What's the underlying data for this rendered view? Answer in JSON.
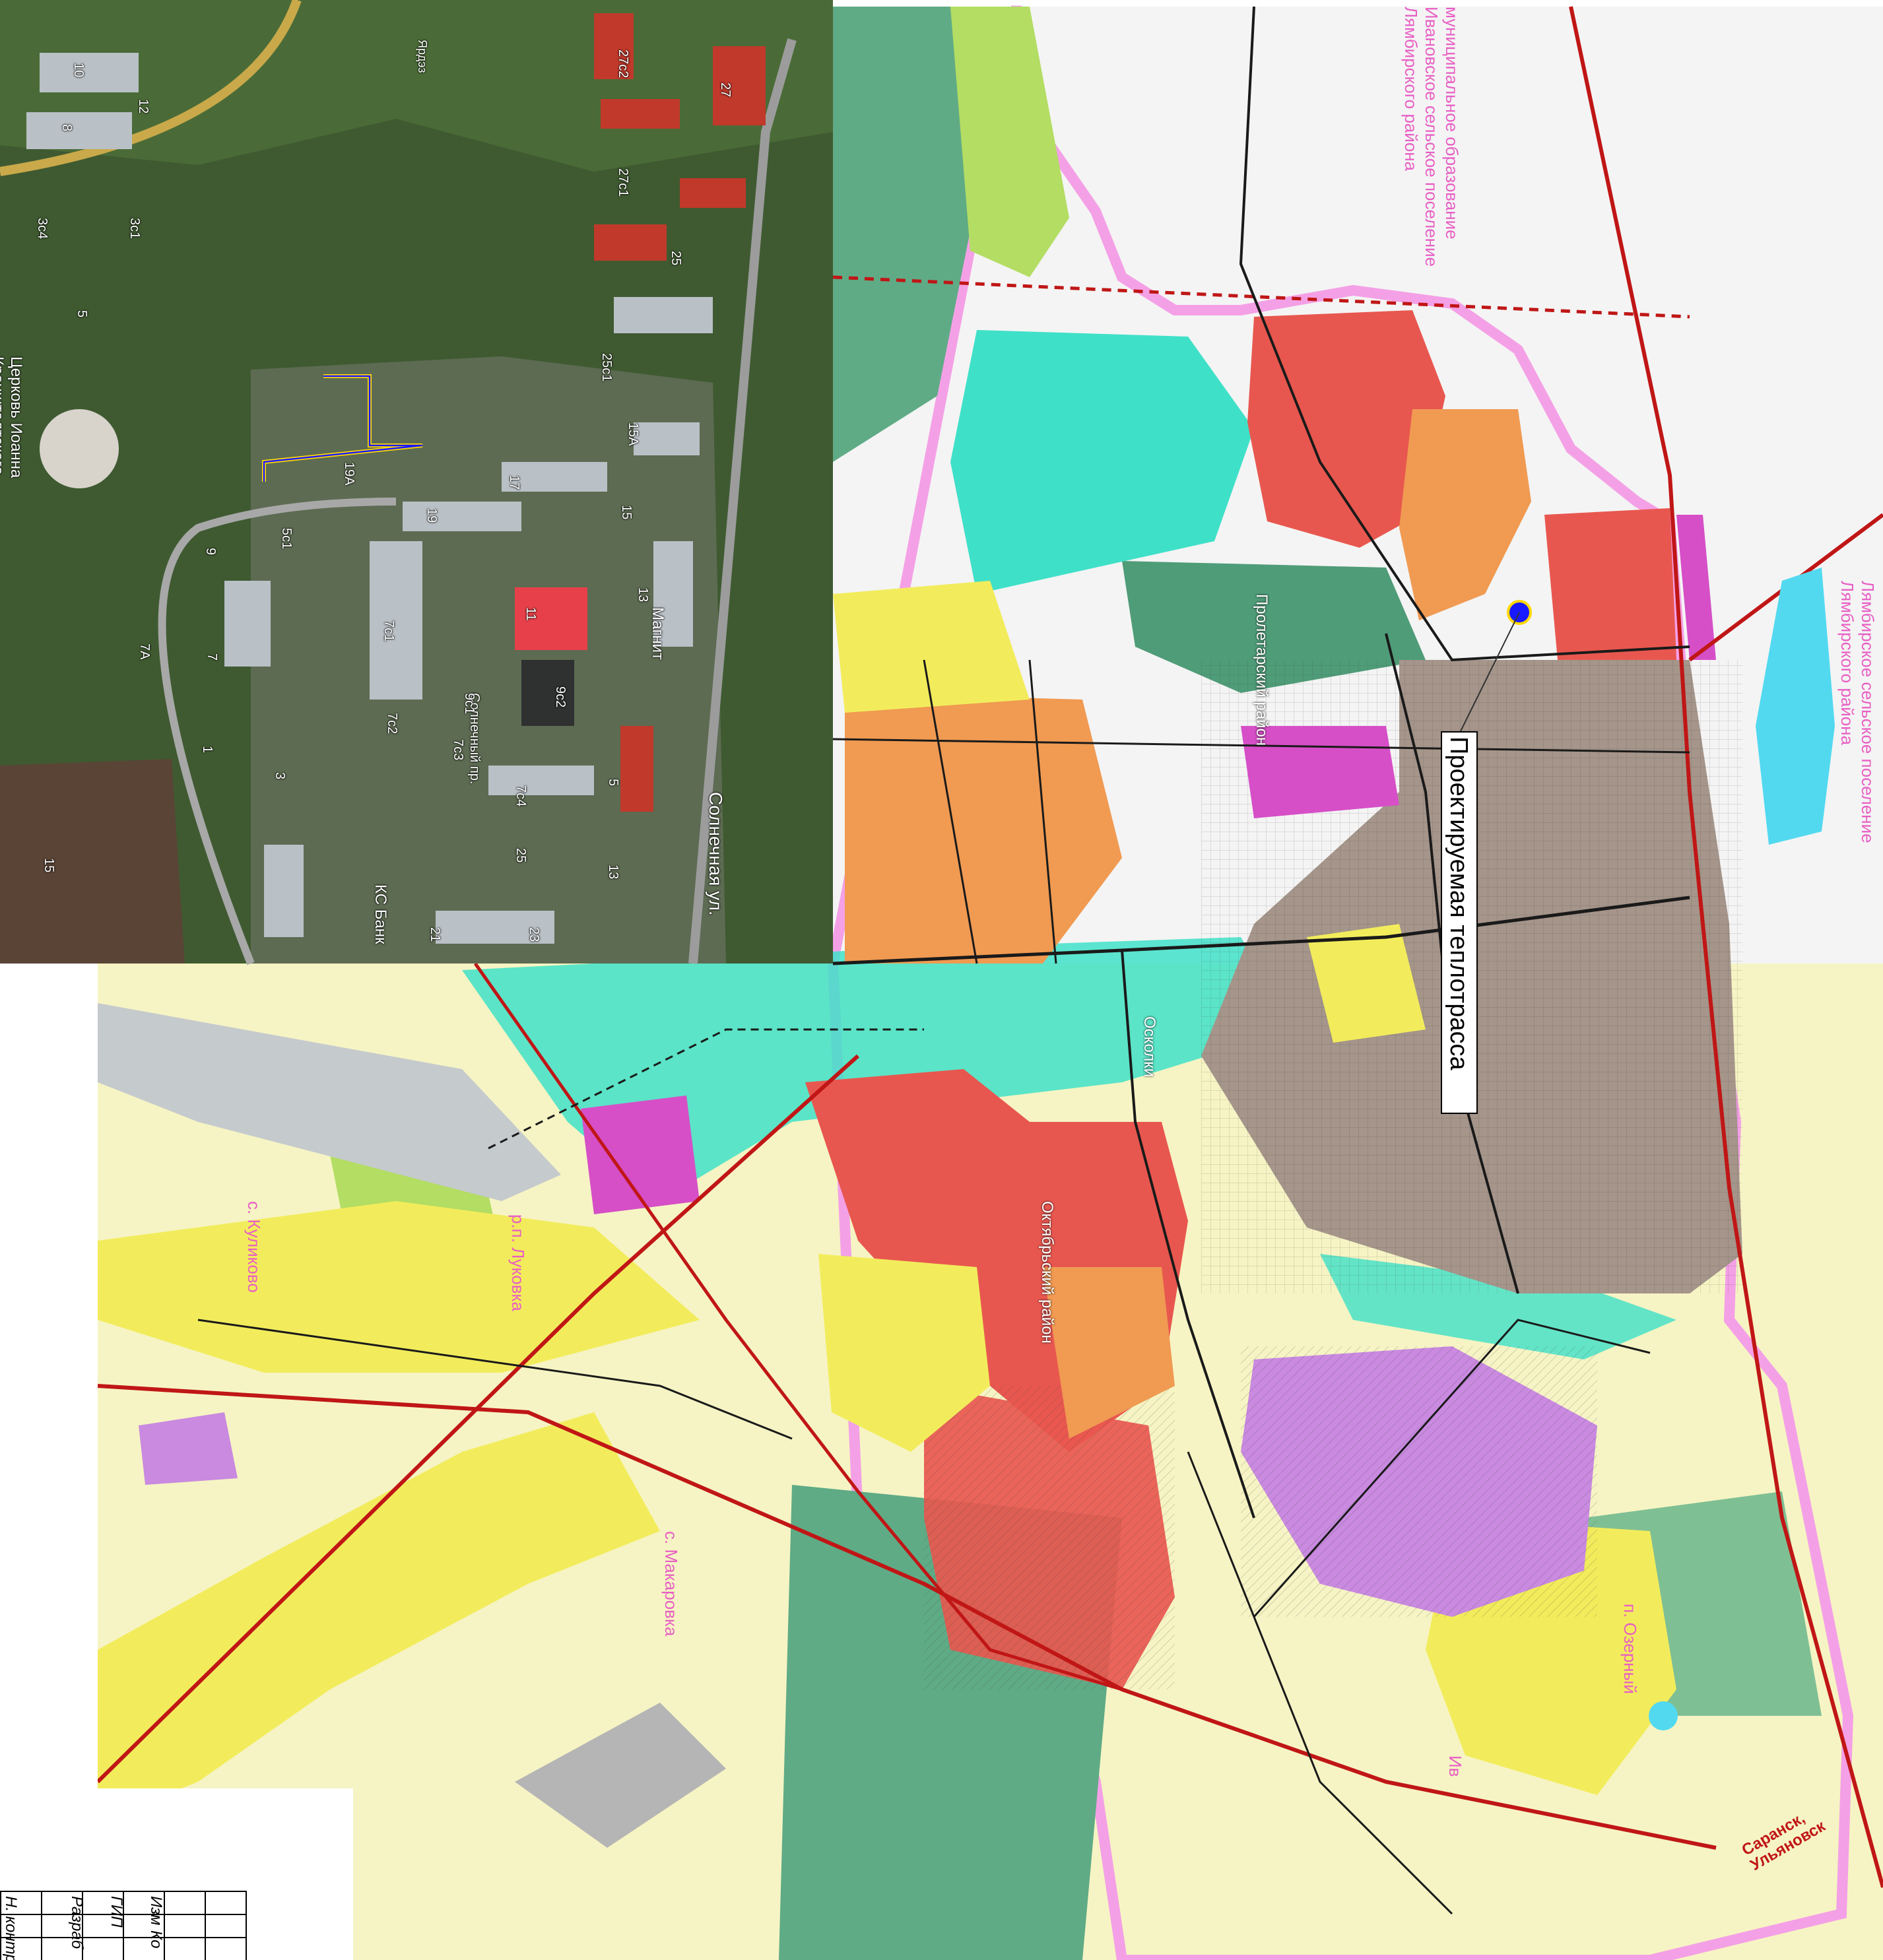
{
  "callout": {
    "label": "Проектируемая теплотрасса"
  },
  "district_labels": {
    "proletarsky": "Пролетарский район",
    "oktyabrsky": "Октябрьский район",
    "oskolki": "Осколки"
  },
  "settlement_labels": {
    "kulikovo": "с. Куликово",
    "lukovka": "р.п. Луковка",
    "makarovka": "с. Макаровка",
    "ozerny": "п. Озерный",
    "ivanovka": "Ив"
  },
  "boundary_labels": {
    "top_line1": "муниципальное образование",
    "top_line2": "Ивановское сельское поселение",
    "top_line3": "Лямбирского района",
    "right_line1": "Лямбирское сельское поселение",
    "right_line2": "Лямбирского района"
  },
  "road_sign": {
    "line1": "Саранск,",
    "line2": "Ульяновск"
  },
  "satellite_labels": {
    "church_line1": "Церковь Иоанна",
    "church_line2": "Кронштадтского",
    "street": "Солнечная ул.",
    "shop": "Магнит",
    "station": "КС Банк",
    "lane": "Солнечный пр.",
    "yard": "Ярдэз",
    "buildings": [
      "10",
      "8",
      "12",
      "27с2",
      "27",
      "27с1",
      "25",
      "25с1",
      "3с4",
      "3с1",
      "5",
      "15А",
      "19А",
      "17",
      "15",
      "19",
      "5с1",
      "9",
      "7с1",
      "11",
      "13",
      "7",
      "7А",
      "9с1",
      "9с2",
      "7с2",
      "7с3",
      "7с4",
      "5",
      "1",
      "3",
      "13",
      "25",
      "21",
      "23",
      "15"
    ]
  },
  "stamp": {
    "rows": [
      "Изм",
      "ГИП",
      "Разраб",
      "Н. контр"
    ],
    "col_label": "Ко"
  },
  "colors": {
    "residential_red": "#e8574f",
    "residential_orange": "#f09a52",
    "residential_yellow": "#f2ec5c",
    "industrial_brown": "#a5958a",
    "green_zone": "#5fab86",
    "cyan_zone": "#3fe0c8",
    "public_magenta": "#d64fc7",
    "light_purple": "#c98ae0",
    "pale_yellow": "#f6f4c4",
    "boundary_pink": "#f4a0e6",
    "road_red": "#c01616",
    "heat_main_blue": "#1919ff",
    "heat_main_yellow": "#ffd800",
    "callout_bg": "#ffffff"
  }
}
